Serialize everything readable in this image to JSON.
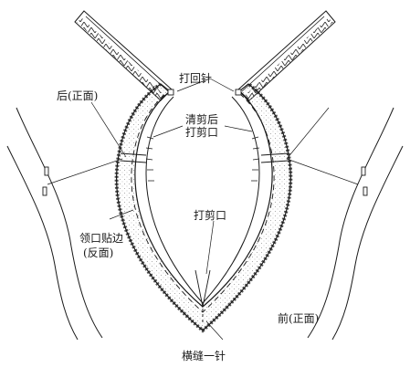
{
  "labels": {
    "backstitch": "打回针",
    "back_right_side": "后(正面)",
    "clip_after": "清剪后",
    "clip_after_2": "打剪口",
    "clip_center": "打剪口",
    "facing_1": "领口贴边",
    "facing_2": "(反面)",
    "front_right_side": "前(正面)",
    "cross_stitch": "横缝一针"
  },
  "colors": {
    "line": "#1a1a1a",
    "hatch": "#333333",
    "facing_fill": "#e6e6e6",
    "background": "#ffffff"
  }
}
